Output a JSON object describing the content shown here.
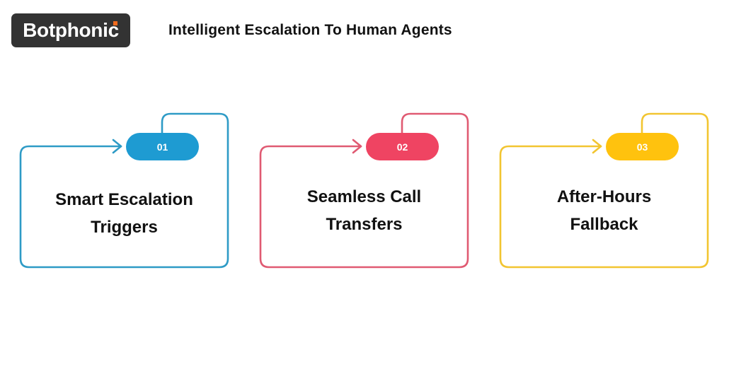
{
  "header": {
    "logo_text": "Botphonic",
    "logo_bg": "#333333",
    "logo_dot_color": "#F26B1D",
    "title": "Intelligent Escalation To Human Agents"
  },
  "steps": [
    {
      "number": "01",
      "line1": "Smart Escalation",
      "line2": "Triggers",
      "pill_color": "#1E9BD2",
      "outline_color": "#2E9BC6"
    },
    {
      "number": "02",
      "line1": "Seamless Call",
      "line2": "Transfers",
      "pill_color": "#EF4462",
      "outline_color": "#E05A72"
    },
    {
      "number": "03",
      "line1": "After-Hours",
      "line2": "Fallback",
      "pill_color": "#FFC20E",
      "outline_color": "#F2C531"
    }
  ]
}
